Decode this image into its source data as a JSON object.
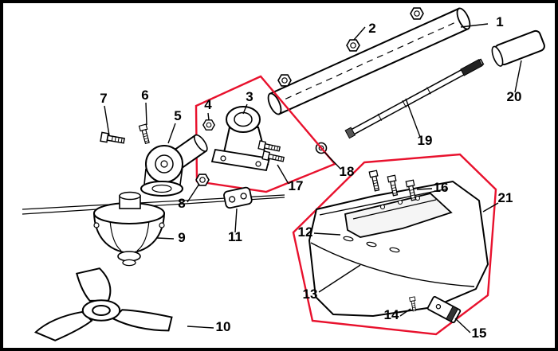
{
  "diagram": {
    "part_labels": [
      "1",
      "2",
      "3",
      "4",
      "5",
      "6",
      "7",
      "8",
      "9",
      "10",
      "11",
      "12",
      "13",
      "14",
      "15",
      "16",
      "17",
      "18",
      "19",
      "20",
      "21"
    ],
    "colors": {
      "line": "#000000",
      "highlight": "#e8112d",
      "background": "#ffffff"
    }
  }
}
